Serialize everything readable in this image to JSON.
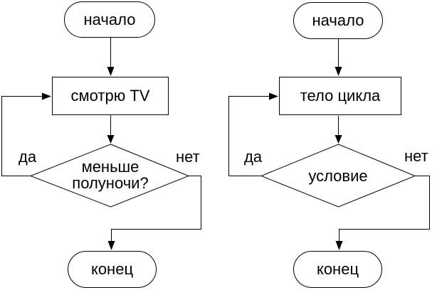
{
  "diagram": {
    "background_color": "#ffffff",
    "stroke_color": "#000000",
    "left_chart": {
      "start_label": "начало",
      "process_label": "смотрю TV",
      "decision_label": "меньше полуночи?",
      "end_label": "конец",
      "yes_label": "да",
      "no_label": "нет"
    },
    "right_chart": {
      "start_label": "начало",
      "process_label": "тело цикла",
      "decision_label": "условие",
      "end_label": "конец",
      "yes_label": "да",
      "no_label": "нет"
    }
  }
}
